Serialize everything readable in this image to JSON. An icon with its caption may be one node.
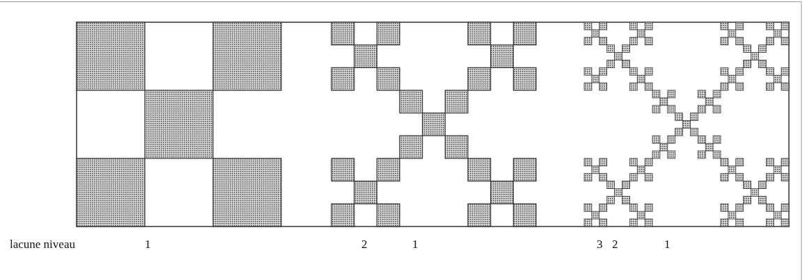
{
  "diagram": {
    "labels": [
      "lacune niveau",
      "1",
      "2",
      "1",
      "3",
      "2",
      "1"
    ]
  }
}
